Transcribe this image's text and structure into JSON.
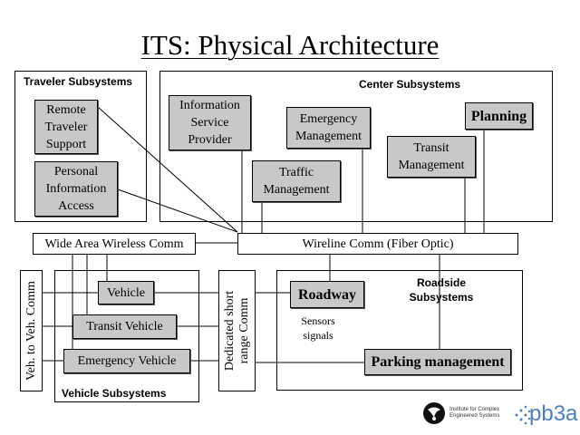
{
  "title": "ITS: Physical Architecture",
  "groups": {
    "traveler": "Traveler Subsystems",
    "center": "Center Subsystems",
    "roadside": "Roadside Subsystems",
    "vehicle": "Vehicle Subsystems"
  },
  "boxes": {
    "remote_traveler_support": "Remote Traveler Support",
    "personal_information_access": "Personal Information Access",
    "information_service_provider": "Information Service Provider",
    "emergency_management": "Emergency Management",
    "planning": "Planning",
    "traffic_management": "Traffic Management",
    "transit_management": "Transit Management",
    "wide_area_wireless_comm": "Wide Area Wireless Comm",
    "wireline_comm": "Wireline Comm (Fiber Optic)",
    "veh_to_veh_comm": "Veh. to Veh. Comm",
    "vehicle": "Vehicle",
    "transit_vehicle": "Transit Vehicle",
    "emergency_vehicle": "Emergency Vehicle",
    "dedicated_short_range_comm": "Dedicated short range Comm",
    "roadway": "Roadway",
    "parking_management": "Parking management"
  },
  "notes": {
    "sensors": "Sensors",
    "signals": "signals"
  },
  "logo": {
    "institute_line1": "Institute for Complex",
    "institute_line2": "Engineered Systems",
    "pb3a": "pb3a"
  },
  "colors": {
    "box_fill": "#c8c8c8",
    "logo_blue": "#4a7fc0"
  }
}
